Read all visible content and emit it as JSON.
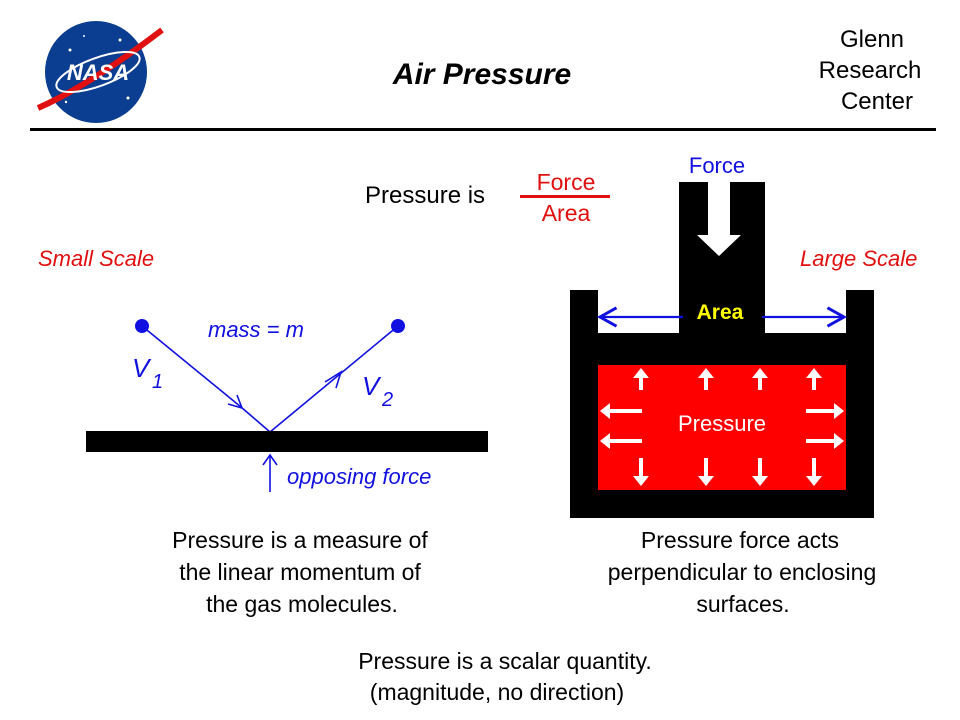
{
  "header": {
    "logo_text": "NASA",
    "title": "Air Pressure",
    "org_lines": [
      "Glenn",
      "Research",
      "Center"
    ]
  },
  "definition": {
    "prefix": "Pressure is",
    "numerator": "Force",
    "denominator": "Area"
  },
  "small_scale": {
    "label": "Small Scale",
    "mass_label": "mass = m",
    "v1": "V",
    "v1_sub": "1",
    "v2": "V",
    "v2_sub": "2",
    "opposing": "opposing force",
    "caption": [
      "Pressure is a measure of",
      "the linear momentum of",
      "the gas molecules."
    ]
  },
  "large_scale": {
    "label": "Large Scale",
    "force": "Force",
    "area": "Area",
    "pressure": "Pressure",
    "caption": [
      "Pressure force acts",
      "perpendicular to enclosing",
      "surfaces."
    ]
  },
  "footer": [
    "Pressure is a scalar quantity.",
    "(magnitude, no direction)"
  ],
  "colors": {
    "red": "#e01010",
    "blue": "#1010e0",
    "yellow": "#ffff00",
    "nasa_blue": "#0b3d91"
  }
}
